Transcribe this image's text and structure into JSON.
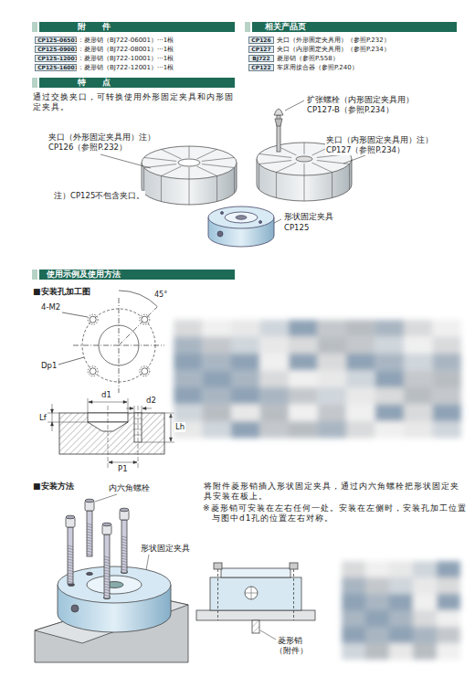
{
  "diagram": {
    "nodes": [
      {
        "text": [
          "附　　件"
        ]
      },
      {
        "text": [
          "相关产品页"
        ]
      },
      {
        "text": [
          "CP125-06501"
        ]
      },
      {
        "text": [
          "CP125-09001"
        ]
      },
      {
        "text": [
          "CP125-12001"
        ]
      },
      {
        "text": [
          "CP125-16001"
        ]
      },
      {
        "text": [
          "CP126"
        ]
      },
      {
        "text": [
          "CP127"
        ]
      },
      {
        "text": [
          "BJ722"
        ]
      },
      {
        "text": [
          "CP122"
        ]
      },
      {
        "text": [
          "特　　点"
        ]
      },
      {
        "text": [
          "使用示例及使用方法"
        ]
      }
    ],
    "labels": [
      "：菱形销（BJ722-06001）···1根",
      "：菱形销（BJ722-08001）···1根",
      "：菱形销（BJ722-10001）···1根",
      "：菱形销（BJ722-12001）···1根",
      "夹口（外形固定夹具用）（参照P.232）",
      "夹口（内形固定夹具用）（参照P.234）",
      "菱形销（参照P.558）",
      "车床用接合器（参照P.240）",
      "通过交换夹口，可转换使用外形固定夹具和内形固定夹具。",
      "扩张螺栓（内形固定夹具用）",
      "CP127-B（参照P.234）",
      "夹口（外形固定夹具用）注）",
      "CP126（参照P.232）",
      "夹口（内形固定夹具用）注）",
      "CP127（参照P.234）",
      "注）CP125不包含夹口。",
      "形状固定夹具",
      "CP125",
      "■安装孔加工图",
      "4-M2",
      "45°",
      "Dp1",
      "d1",
      "d2",
      "Lf",
      "Lh",
      "P1",
      "■安装方法",
      "内六角螺栓",
      "形状固定夹具",
      "将附件菱形销插入形状固定夹具，通过内六角螺栓把形状固定夹具安装在板上。",
      "※菱形销可安装在左右任何一处。安装在左侧时，安装孔加工位置与图中d1孔的位置左右对称。",
      "菱形销",
      "（附件）"
    ]
  }
}
